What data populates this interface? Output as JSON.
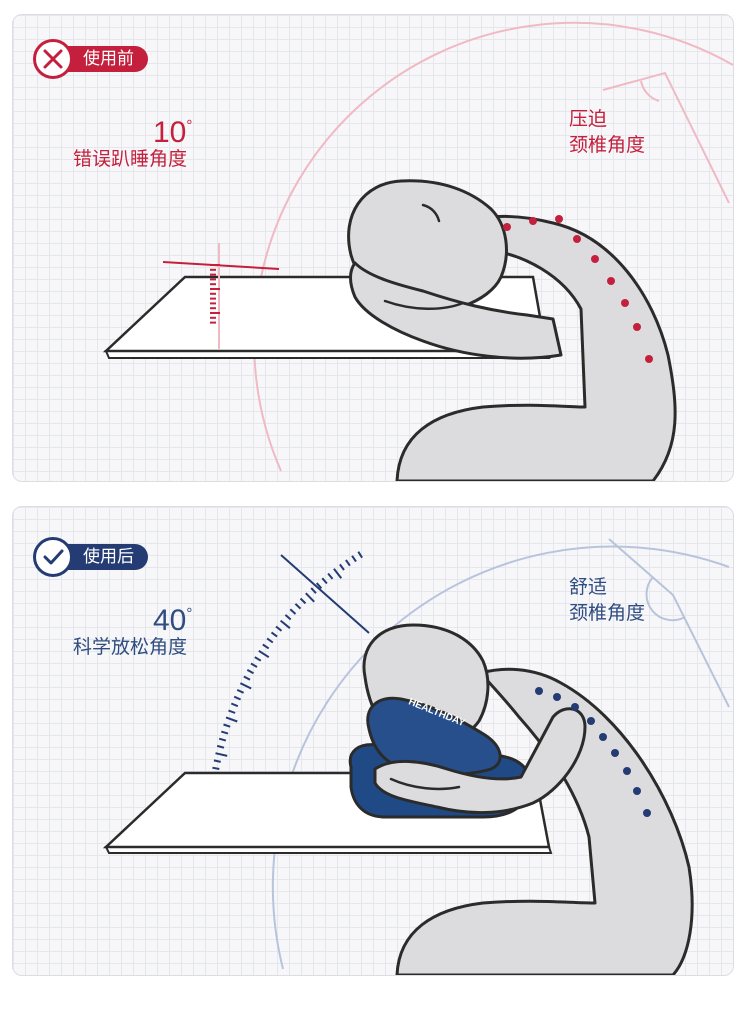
{
  "before": {
    "badge": "使用前",
    "angle_value": "10",
    "angle_unit": "°",
    "angle_label": "错误趴睡角度",
    "neck_label_line1": "压迫",
    "neck_label_line2": "颈椎角度",
    "accent_color": "#c4203d"
  },
  "after": {
    "badge": "使用后",
    "angle_value": "40",
    "angle_unit": "°",
    "angle_label": "科学放松角度",
    "neck_label_line1": "舒适",
    "neck_label_line2": "颈椎角度",
    "pillow_brand": "HEALTHDAY",
    "accent_color": "#243c73"
  },
  "icons": {
    "before_badge": "cross-icon",
    "after_badge": "check-icon"
  }
}
